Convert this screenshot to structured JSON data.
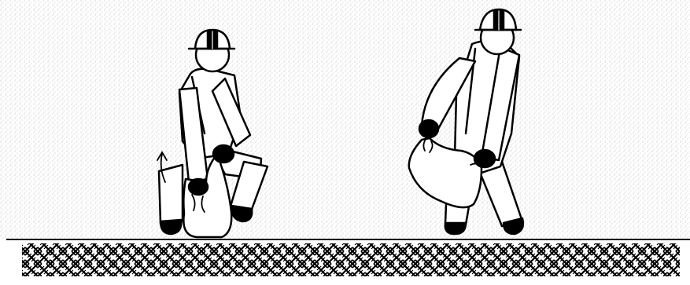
{
  "illustration": {
    "figures": [
      {
        "id": "figure-left",
        "pose": "squatting-grasping-bag",
        "icon": "hard-hat-icon"
      },
      {
        "id": "figure-right",
        "pose": "lifting-bag-swinging",
        "icon": "hard-hat-icon"
      }
    ],
    "motion_arrow_icon": "curved-arrow-icon",
    "ground_pattern": "woven-crosshatch",
    "colors": {
      "background": "#ffffff",
      "stipple": "#9a9a9a",
      "stroke": "#000000",
      "fill": "#ffffff"
    }
  }
}
